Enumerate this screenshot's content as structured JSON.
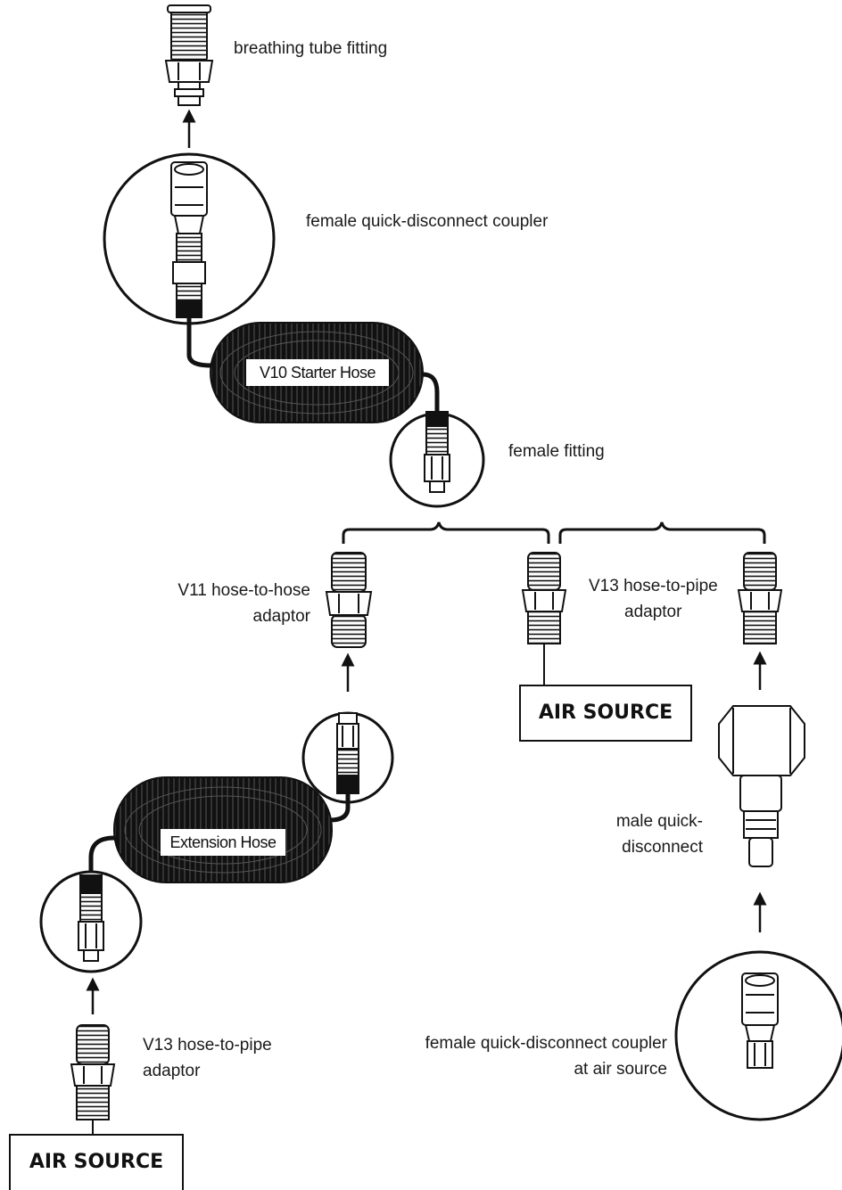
{
  "labels": {
    "breathing_tube_fitting": "breathing tube fitting",
    "female_qd_coupler": "female quick-disconnect coupler",
    "v10_starter_hose": "V10 Starter Hose",
    "female_fitting": "female fitting",
    "v11_line1": "V11 hose-to-hose",
    "v11_line2": "adaptor",
    "v13_right_line1": "V13 hose-to-pipe",
    "v13_right_line2": "adaptor",
    "extension_hose": "Extension Hose",
    "male_qd_line1": "male quick-",
    "male_qd_line2": "disconnect",
    "v13_left_line1": "V13 hose-to-pipe",
    "v13_left_line2": "adaptor",
    "female_qd_air_line1": "female quick-disconnect coupler",
    "female_qd_air_line2": "at air source",
    "air_source_middle": "AIR SOURCE",
    "air_source_bottom": "AIR SOURCE"
  },
  "colors": {
    "ink": "#111111",
    "background": "#ffffff"
  }
}
